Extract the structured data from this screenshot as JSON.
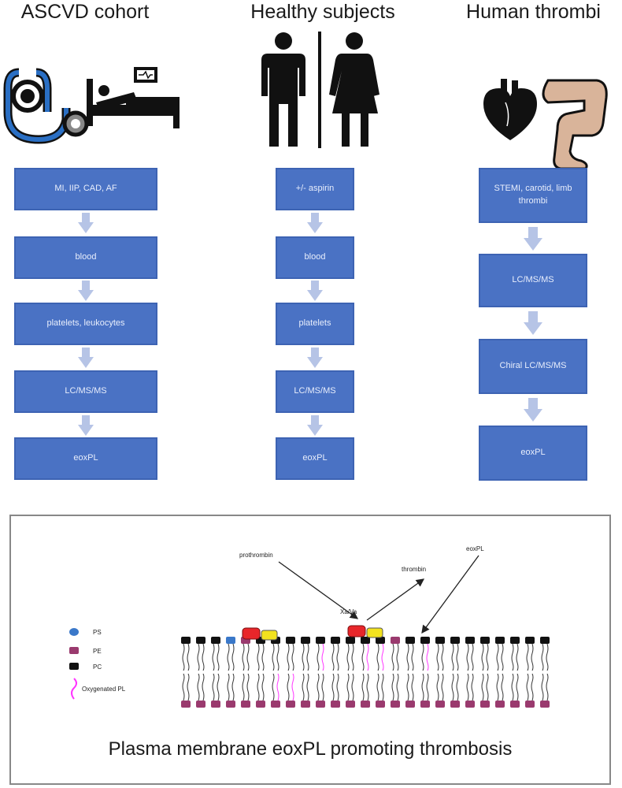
{
  "columns": [
    {
      "title": "ASCVD cohort",
      "boxes": [
        "MI, IIP, CAD, AF",
        "blood",
        "platelets, leukocytes",
        "LC/MS/MS",
        "eoxPL"
      ]
    },
    {
      "title": "Healthy subjects",
      "boxes": [
        "+/- aspirin",
        "blood",
        "platelets",
        "LC/MS/MS",
        "eoxPL"
      ]
    },
    {
      "title": "Human thrombi",
      "boxes": [
        "STEMI, carotid, limb thrombi",
        "LC/MS/MS",
        "Chiral LC/MS/MS",
        "eoxPL"
      ]
    }
  ],
  "membrane": {
    "caption": "Plasma membrane eoxPL promoting thrombosis",
    "labels": {
      "prothrombin": "prothrombin",
      "thrombin": "thrombin",
      "eoxpl": "eoxPL",
      "xava": "Xa/Va"
    },
    "legend": [
      {
        "label": "PS",
        "color": "#3a78c9"
      },
      {
        "label": "PE",
        "color": "#9a3a6e"
      },
      {
        "label": "PC",
        "color": "#111111"
      },
      {
        "label": "Oxygenated PL",
        "color": "#ff33ff"
      }
    ]
  },
  "colors": {
    "box": "#4a72c4",
    "arrow": "#b6c4e6",
    "factor_xa": "#e8262a",
    "factor_va": "#f2e21e",
    "stethoscope": "#2a6fc4",
    "leg": "#d9b49a"
  }
}
